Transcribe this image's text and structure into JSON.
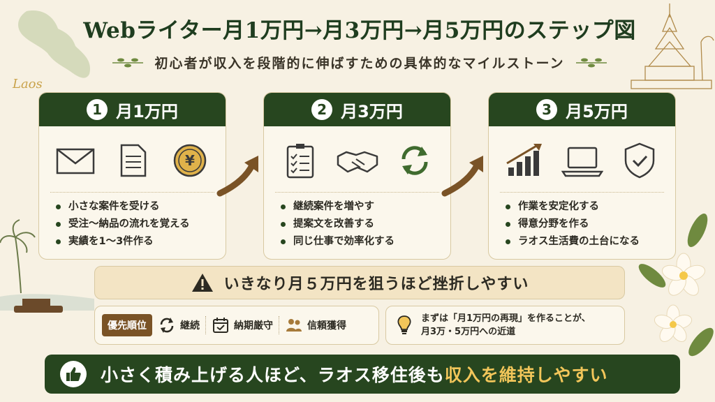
{
  "title": "Webライター月1万円→月3万円→月5万円のステップ図",
  "subtitle": "初心者が収入を段階的に伸ばすための具体的なマイルストーン",
  "decor": {
    "map_label": "Laos"
  },
  "steps": [
    {
      "number": "1",
      "heading": "月1万円",
      "icons": [
        "envelope-icon",
        "document-icon",
        "yen-coin-icon"
      ],
      "bullets": [
        "小さな案件を受ける",
        "受注〜納品の流れを覚える",
        "実績を1〜3件作る"
      ]
    },
    {
      "number": "2",
      "heading": "月3万円",
      "icons": [
        "checklist-icon",
        "handshake-icon",
        "refresh-icon"
      ],
      "bullets": [
        "継続案件を増やす",
        "提案文を改善する",
        "同じ仕事で効率化する"
      ]
    },
    {
      "number": "3",
      "heading": "月5万円",
      "icons": [
        "growth-chart-icon",
        "laptop-icon",
        "shield-check-icon"
      ],
      "bullets": [
        "作業を安定化する",
        "得意分野を作る",
        "ラオス生活費の土台になる"
      ]
    }
  ],
  "warning": {
    "text": "いきなり月５万円を狙うほど挫折しやすい",
    "icon": "warning-icon"
  },
  "priority": {
    "label": "優先順位",
    "items": [
      {
        "icon": "refresh-icon",
        "label": "継続"
      },
      {
        "icon": "calendar-check-icon",
        "label": "納期厳守"
      },
      {
        "icon": "people-icon",
        "label": "信頼獲得"
      }
    ]
  },
  "tip": {
    "icon": "lightbulb-icon",
    "line1": "まずは「月1万円の再現」を作ることが、",
    "line2": "月3万・5万円への近道"
  },
  "footer": {
    "icon": "thumbs-up-icon",
    "text_main": "小さく積み上げる人ほど、ラオス移住後も",
    "text_highlight": "収入を維持しやすい"
  },
  "colors": {
    "primary_green": "#27461f",
    "accent_brown": "#7a5326",
    "highlight_gold": "#f2c65a",
    "background": "#f7f1e3"
  }
}
